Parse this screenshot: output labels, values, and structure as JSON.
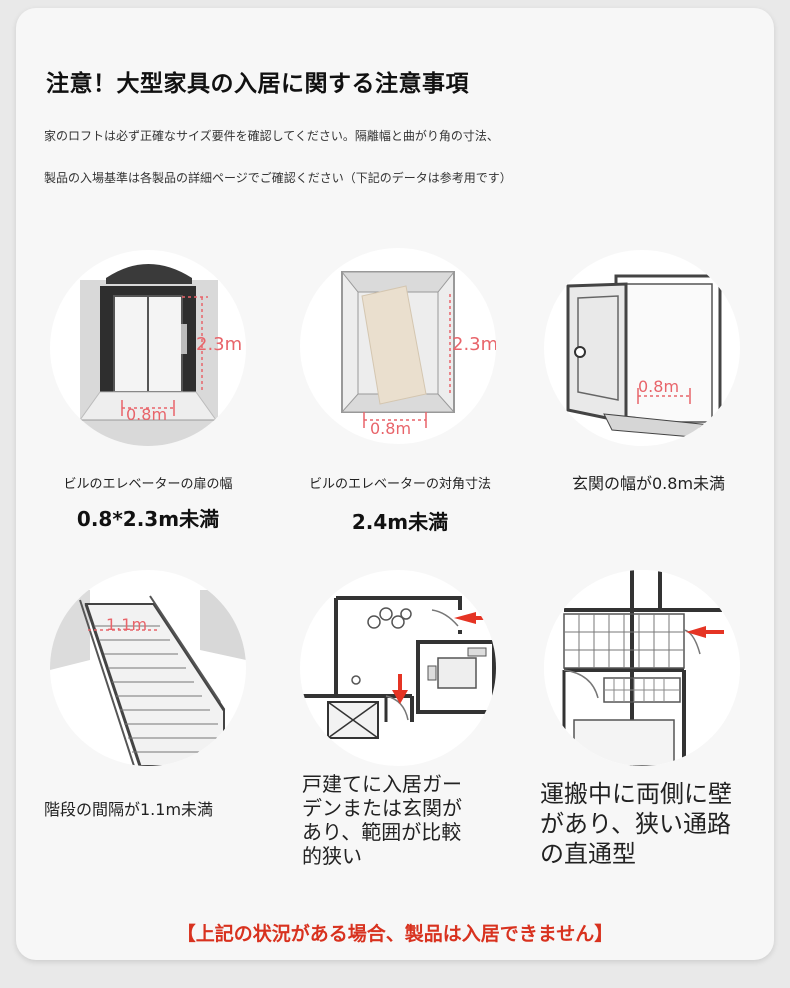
{
  "title": "注意！大型家具の入居に関する注意事項",
  "intro": [
    "家のロフトは必ず正確なサイズ要件を確認してください。隔離幅と曲がり角の寸法、",
    "製品の入場基準は各製品の詳細ページでご確認ください（下記のデータは参考用です）"
  ],
  "items": [
    {
      "label": "ビルのエレベーターの扉の幅",
      "value": "0.8*2.3m未満",
      "dims": [
        "2.3m",
        "0.8m"
      ]
    },
    {
      "label": "ビルのエレベーターの対角寸法",
      "value": "2.4m未満",
      "dims": [
        "2.3m",
        "0.8m"
      ]
    },
    {
      "label": "玄関の幅が0.8m未満",
      "dims": [
        "0.8m"
      ]
    },
    {
      "label": "階段の間隔が1.1m未満",
      "dims": [
        "1.1m"
      ]
    },
    {
      "lines": [
        "戸建てに入居ガー",
        "デンまたは玄関が",
        "あり、範囲が比較",
        "的狭い"
      ]
    },
    {
      "lines": [
        "運搬中に両側に壁",
        "があり、狭い通路",
        "の直通型"
      ]
    }
  ],
  "footer": "【上記の状況がある場合、製品は入居できません】",
  "colors": {
    "accent": "#d8321f",
    "dimension": "#e8646a",
    "arrow": "#e53424"
  }
}
